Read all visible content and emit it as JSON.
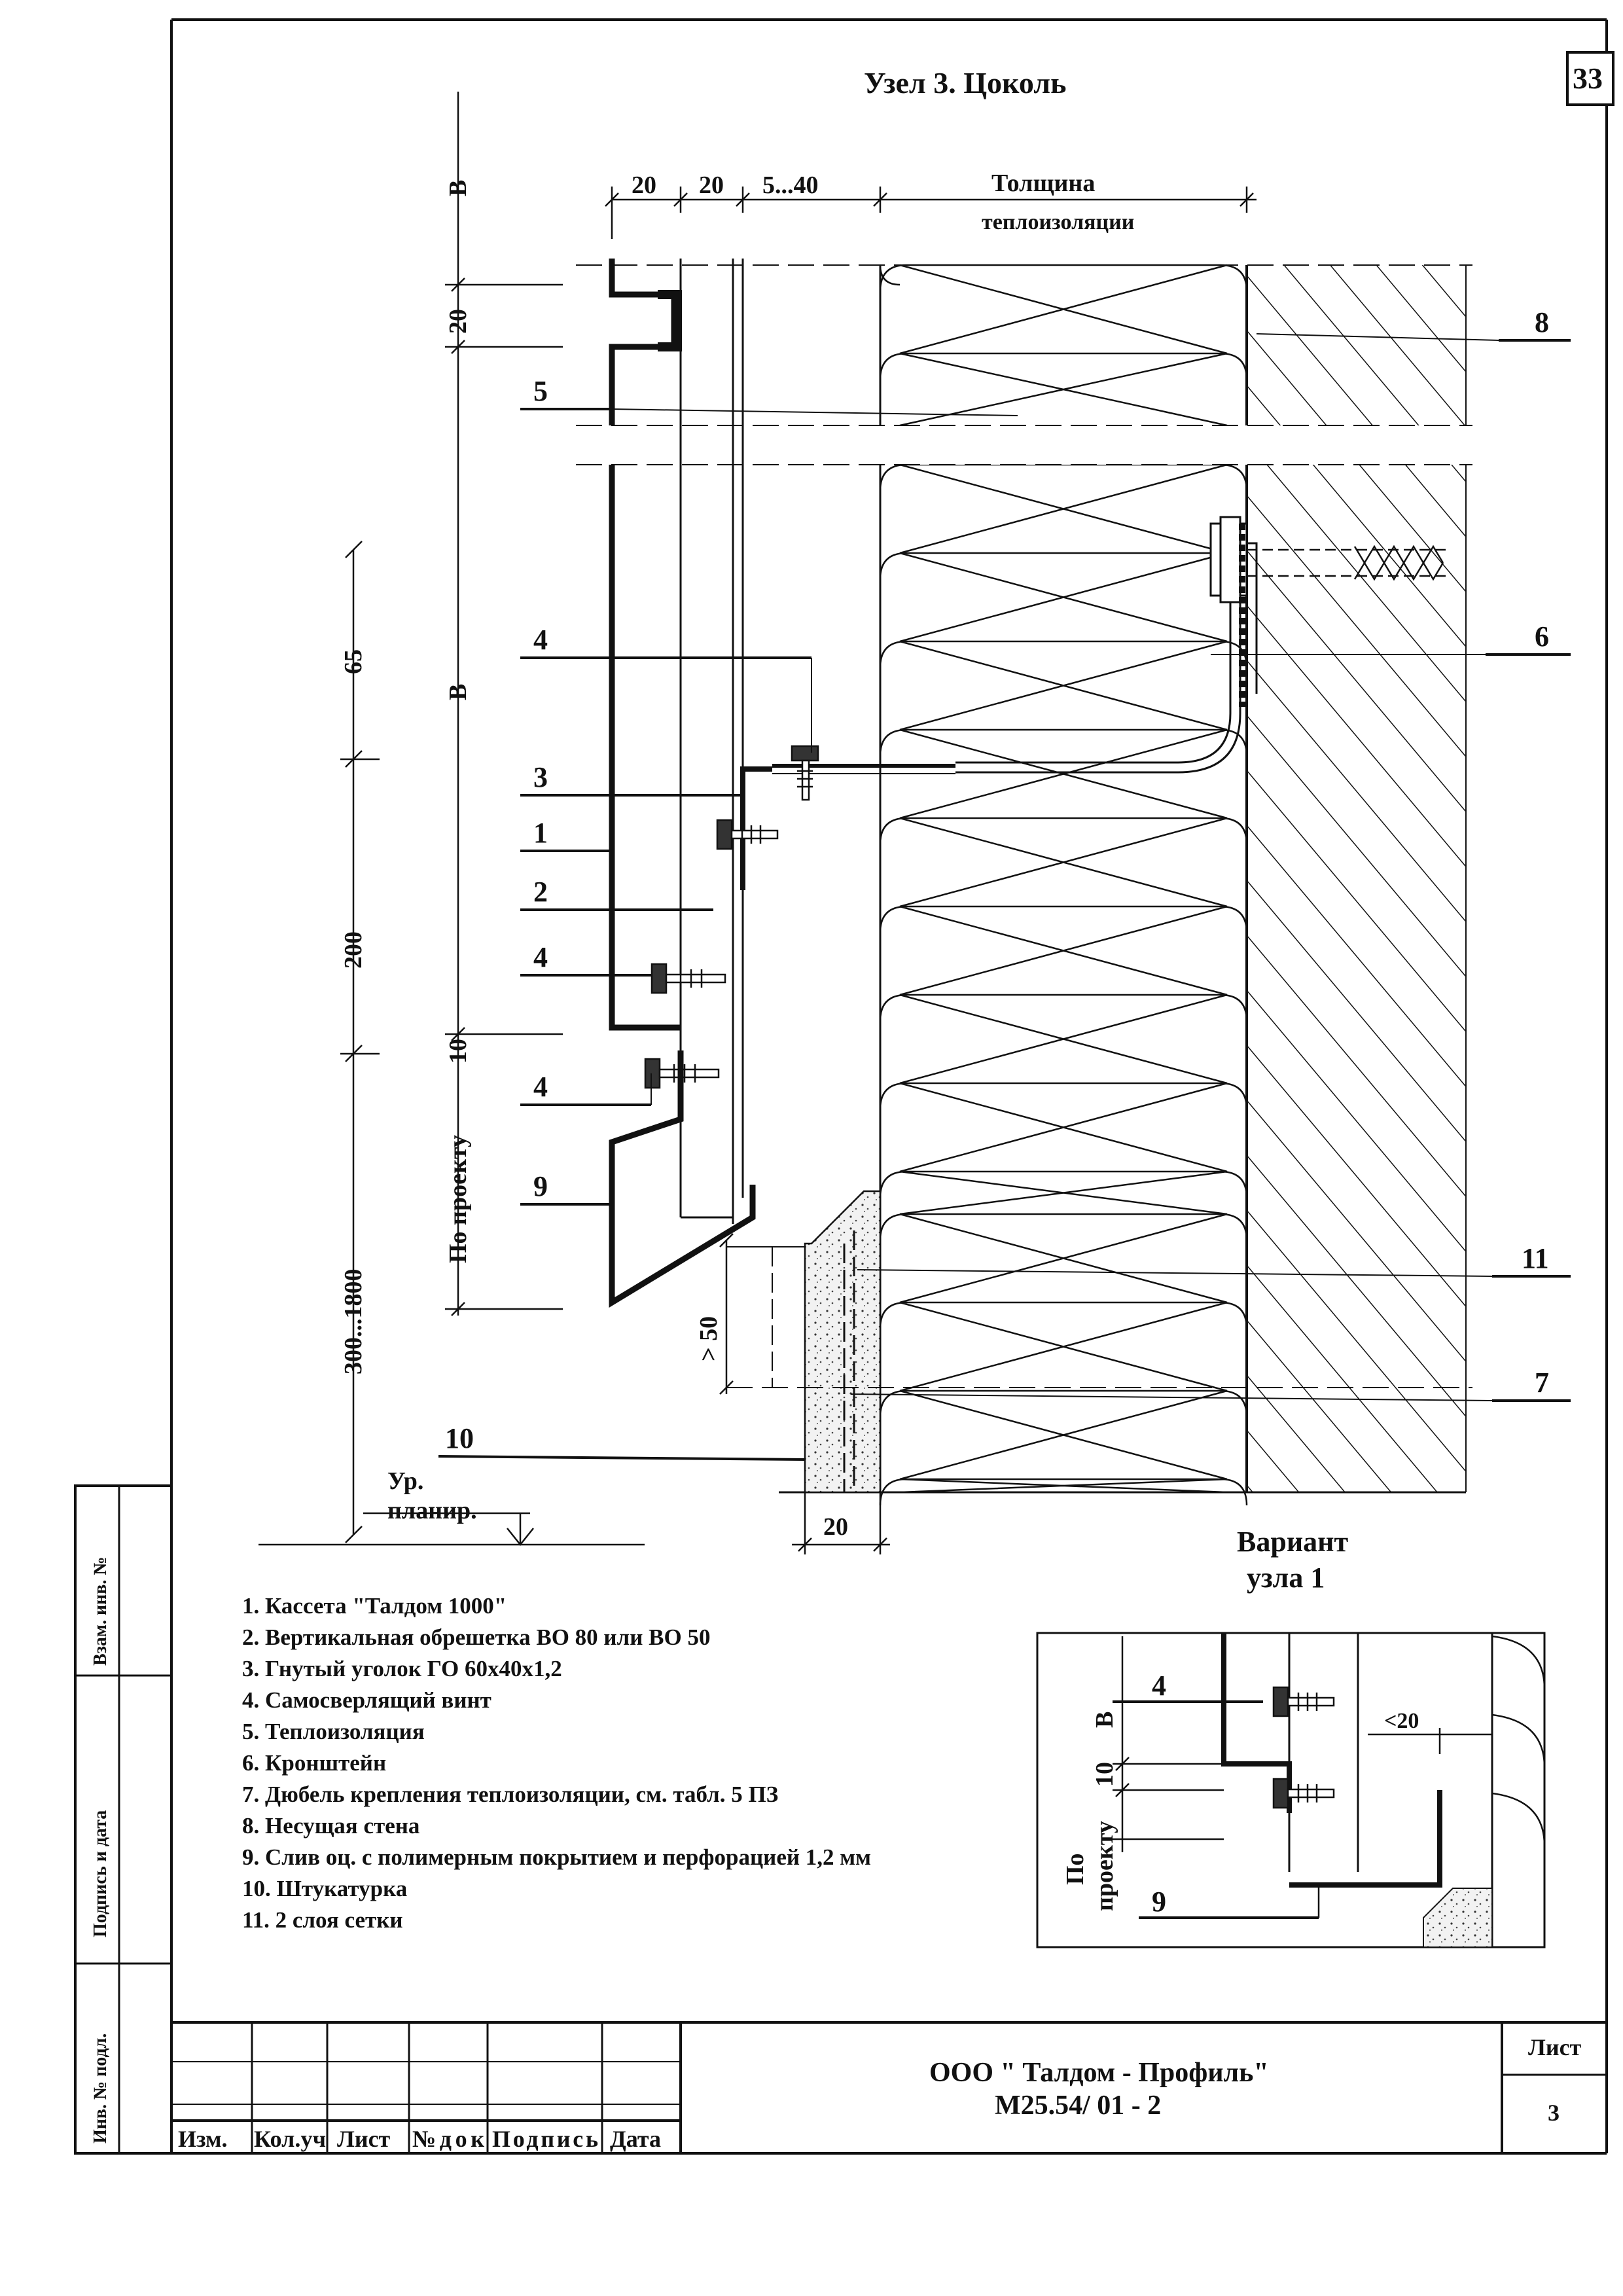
{
  "header": {
    "title": "Узел 3. Цоколь",
    "page_number": "33"
  },
  "dimensions": {
    "top_dims": [
      "20",
      "20",
      "5...40"
    ],
    "insulation_thickness": [
      "Толщина",
      "теплоизоляции"
    ],
    "b_top": "В",
    "b_mid": "В",
    "v20": "20",
    "v65": "65",
    "v200": "200",
    "v10": "10",
    "po_proektu": "По проекту",
    "v300_1800": "300...1800",
    "gt50": "> 50",
    "bottom20": "20",
    "ground_level": [
      "Ур.",
      "планир."
    ]
  },
  "callouts": {
    "c1": "1",
    "c2": "2",
    "c3": "3",
    "c4a": "4",
    "c4b": "4",
    "c4c": "4",
    "c5": "5",
    "c6": "6",
    "c7": "7",
    "c8": "8",
    "c9": "9",
    "c10": "10",
    "c11": "11"
  },
  "legend": [
    "1. Кассета \"Талдом 1000\"",
    "2. Вертикальная обрешетка ВО 80 или ВО 50",
    "3. Гнутый уголок ГО 60х40х1,2",
    "4. Самосверлящий винт",
    "5. Теплоизоляция",
    "6. Кронштейн",
    "7. Дюбель крепления теплоизоляции, см. табл. 5 ПЗ",
    "8.  Несущая стена",
    "9.  Слив оц. с полимерным покрытием и перфорацией 1,2 мм",
    "10. Штукатурка",
    "11. 2 слоя сетки"
  ],
  "variant": {
    "title": [
      "Вариант",
      "узла 1"
    ],
    "c4": "4",
    "c9": "9",
    "b": "В",
    "v10": "10",
    "lt20": "<20",
    "po_proektu": [
      "По",
      "проекту"
    ]
  },
  "side_stamp": [
    "Взам. инв. №",
    "Подпись и дата",
    "Инв. № подл."
  ],
  "title_block": {
    "columns": [
      "Изм.",
      "Кол.уч",
      "Лист",
      "№док",
      "Подпись",
      "Дата"
    ],
    "company": "ООО \" Талдом - Профиль\"",
    "doc_code": "М25.54/ 01 - 2",
    "sheet_label": "Лист",
    "sheet_number": "3"
  }
}
